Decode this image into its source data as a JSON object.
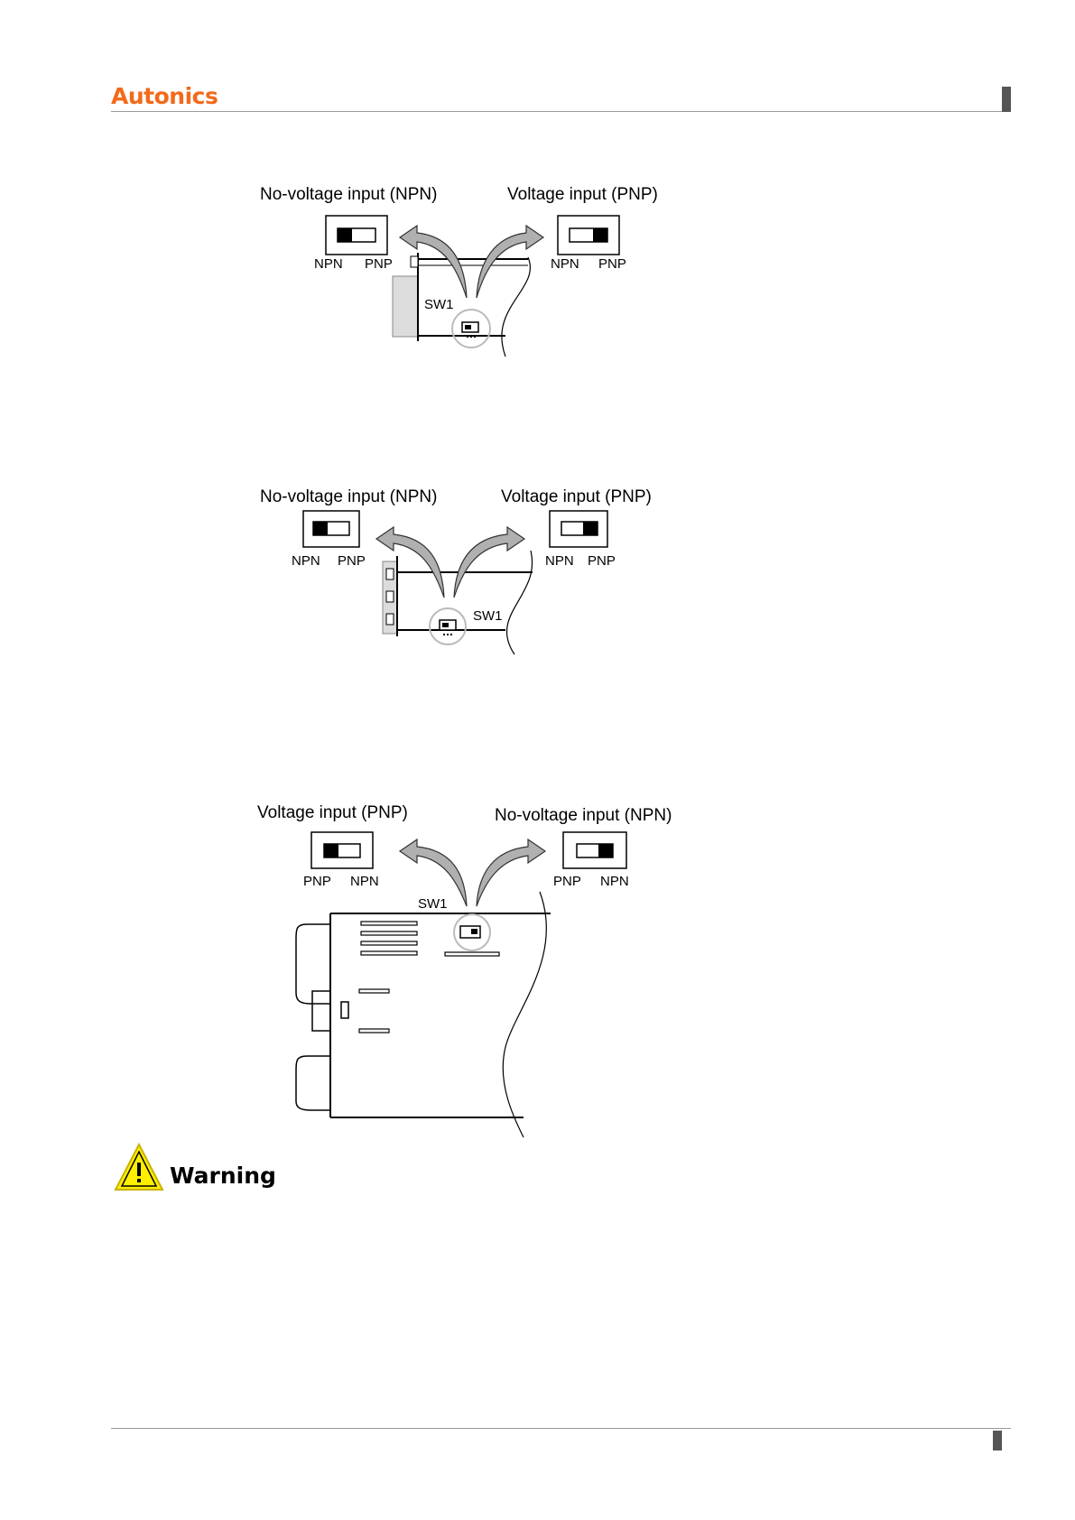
{
  "header": {
    "brand": "Autonics",
    "brand_color": "#f26a1b"
  },
  "figures": [
    {
      "left_caption": "No-voltage input (NPN)",
      "right_caption": "Voltage input (PNP)",
      "left_switch_labels": [
        "NPN",
        "PNP"
      ],
      "right_switch_labels": [
        "NPN",
        "PNP"
      ],
      "switch_name": "SW1"
    },
    {
      "left_caption": "No-voltage input (NPN)",
      "right_caption": "Voltage input (PNP)",
      "left_switch_labels": [
        "NPN",
        "PNP"
      ],
      "right_switch_labels": [
        "NPN",
        "PNP"
      ],
      "switch_name": "SW1"
    },
    {
      "left_caption": "Voltage input (PNP)",
      "right_caption": "No-voltage input (NPN)",
      "left_switch_labels": [
        "PNP",
        "NPN"
      ],
      "right_switch_labels": [
        "PNP",
        "NPN"
      ],
      "switch_name": "SW1"
    }
  ],
  "warning": {
    "label": "Warning",
    "icon": "warning-triangle-icon",
    "icon_color": "#ffee00"
  }
}
